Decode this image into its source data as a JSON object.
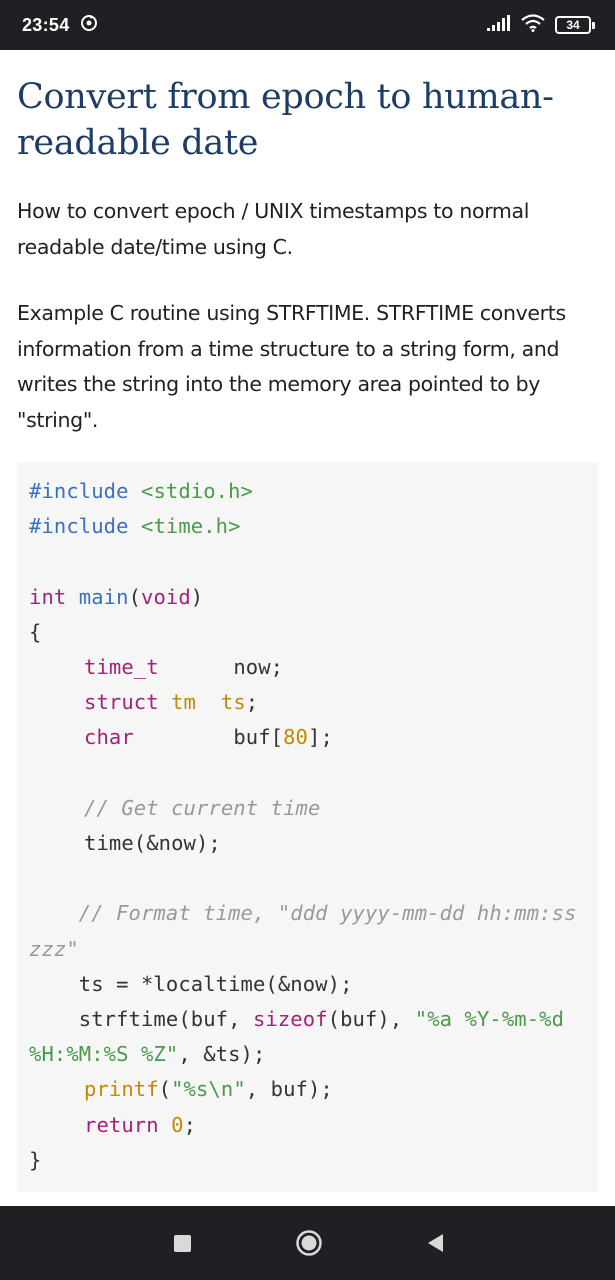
{
  "status_bar": {
    "time": "23:54",
    "battery_level": "34",
    "icons": [
      "sync-icon",
      "signal-icon",
      "wifi-icon",
      "battery-icon"
    ]
  },
  "article": {
    "title": "Convert from epoch to human-readable date",
    "intro": "How to convert epoch / UNIX timestamps to normal readable date/time using C.",
    "description": "Example C routine using STRFTIME. STRFTIME converts information from a time structure to a string form, and writes the string into the memory area pointed to by \"string\"."
  },
  "code": {
    "include1_directive": "#include",
    "include1_header": "<stdio.h>",
    "include2_directive": "#include",
    "include2_header": "<time.h>",
    "main_type": "int",
    "main_name": "main",
    "main_args_open": "(",
    "main_args_type": "void",
    "main_args_close": ")",
    "open_brace": "{",
    "decl1_type": "time_t",
    "decl1_var": "now;",
    "decl2_type": "struct",
    "decl2_tag": "tm",
    "decl2_var": "ts",
    "decl2_semicolon": ";",
    "decl3_type": "char",
    "decl3_var": "buf[",
    "decl3_size": "80",
    "decl3_end": "];",
    "comment1": "// Get current time",
    "call_time": "time(&now);",
    "comment2": "// Format time, \"ddd yyyy-mm-dd hh:mm:ss zzz\"",
    "assign_localtime": "ts = *localtime(&now);",
    "strftime_start": "strftime(buf, ",
    "strftime_sizeof": "sizeof",
    "strftime_mid": "(buf), ",
    "strftime_format": "\"%a %Y-%m-%d %H:%M:%S %Z\"",
    "strftime_end": ", &ts);",
    "printf_name": "printf",
    "printf_open": "(",
    "printf_format": "\"%s\\n\"",
    "printf_end": ", buf);",
    "return_kw": "return",
    "return_val": "0",
    "return_semicolon": ";",
    "close_brace": "}"
  },
  "colors": {
    "title": "#1d3c66",
    "keyword_blue": "#3b6fc0",
    "string_green": "#4a9a4a",
    "keyword_purple": "#a5217a",
    "identifier_gold": "#c28a00",
    "comment_gray": "#999999",
    "code_background": "#f6f6f6",
    "system_bar": "#202024"
  },
  "nav_bar": {
    "buttons": [
      "recent-apps-button",
      "home-button",
      "back-button"
    ]
  }
}
